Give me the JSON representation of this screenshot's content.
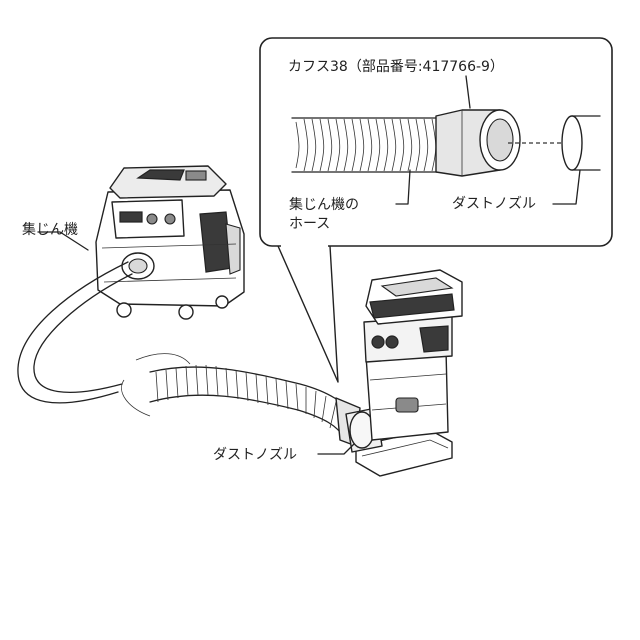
{
  "labels": {
    "cuff": "カフス38（部品番号:417766-9）",
    "hose_line1": "集じん機の",
    "hose_line2": "ホース",
    "dust_nozzle_inset": "ダストノズル",
    "dust_collector": "集じん機",
    "dust_nozzle_main": "ダストノズル"
  }
}
